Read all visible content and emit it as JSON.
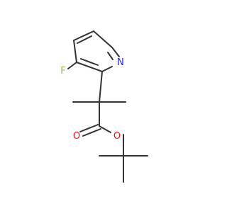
{
  "molecule": {
    "atom_labels": {
      "nitrogen": "N",
      "fluorine": "F",
      "carbonyl_oxygen": "O",
      "ester_oxygen": "O"
    },
    "colors": {
      "bond": "#333333",
      "nitrogen": "#2121ff",
      "fluorine": "#90c040",
      "oxygen": "#ff0d0d"
    }
  }
}
